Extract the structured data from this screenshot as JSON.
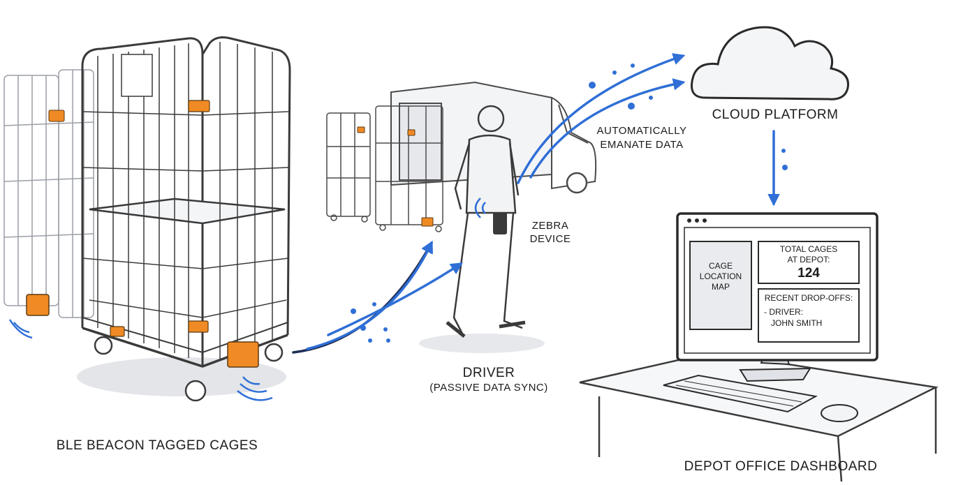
{
  "labels": {
    "cages": "BLE BEACON TAGGED CAGES",
    "driver": "DRIVER",
    "driver_sub": "(PASSIVE DATA SYNC)",
    "device_line1": "ZEBRA",
    "device_line2": "DEVICE",
    "emanate_line1": "AUTOMATICALLY",
    "emanate_line2": "EMANATE DATA",
    "cloud": "CLOUD PLATFORM",
    "dashboard": "DEPOT OFFICE DASHBOARD"
  },
  "dashboard_screen": {
    "map_line1": "CAGE",
    "map_line2": "LOCATION",
    "map_line3": "MAP",
    "total_line1": "TOTAL CAGES",
    "total_line2": "AT DEPOT:",
    "total_value": "124",
    "recent_title": "RECENT DROP-OFFS:",
    "recent_line1": "- DRIVER:",
    "recent_line2": "JOHN SMITH"
  },
  "colors": {
    "accent_blue": "#2f6fd6",
    "beacon_orange": "#f08a24",
    "line": "#3a3a3a",
    "shade": "#c9ccd2"
  },
  "icons": [
    "roll-cage",
    "ble-beacon",
    "delivery-van",
    "driver-figure",
    "zebra-device",
    "cloud",
    "monitor",
    "keyboard",
    "mouse",
    "desk"
  ]
}
